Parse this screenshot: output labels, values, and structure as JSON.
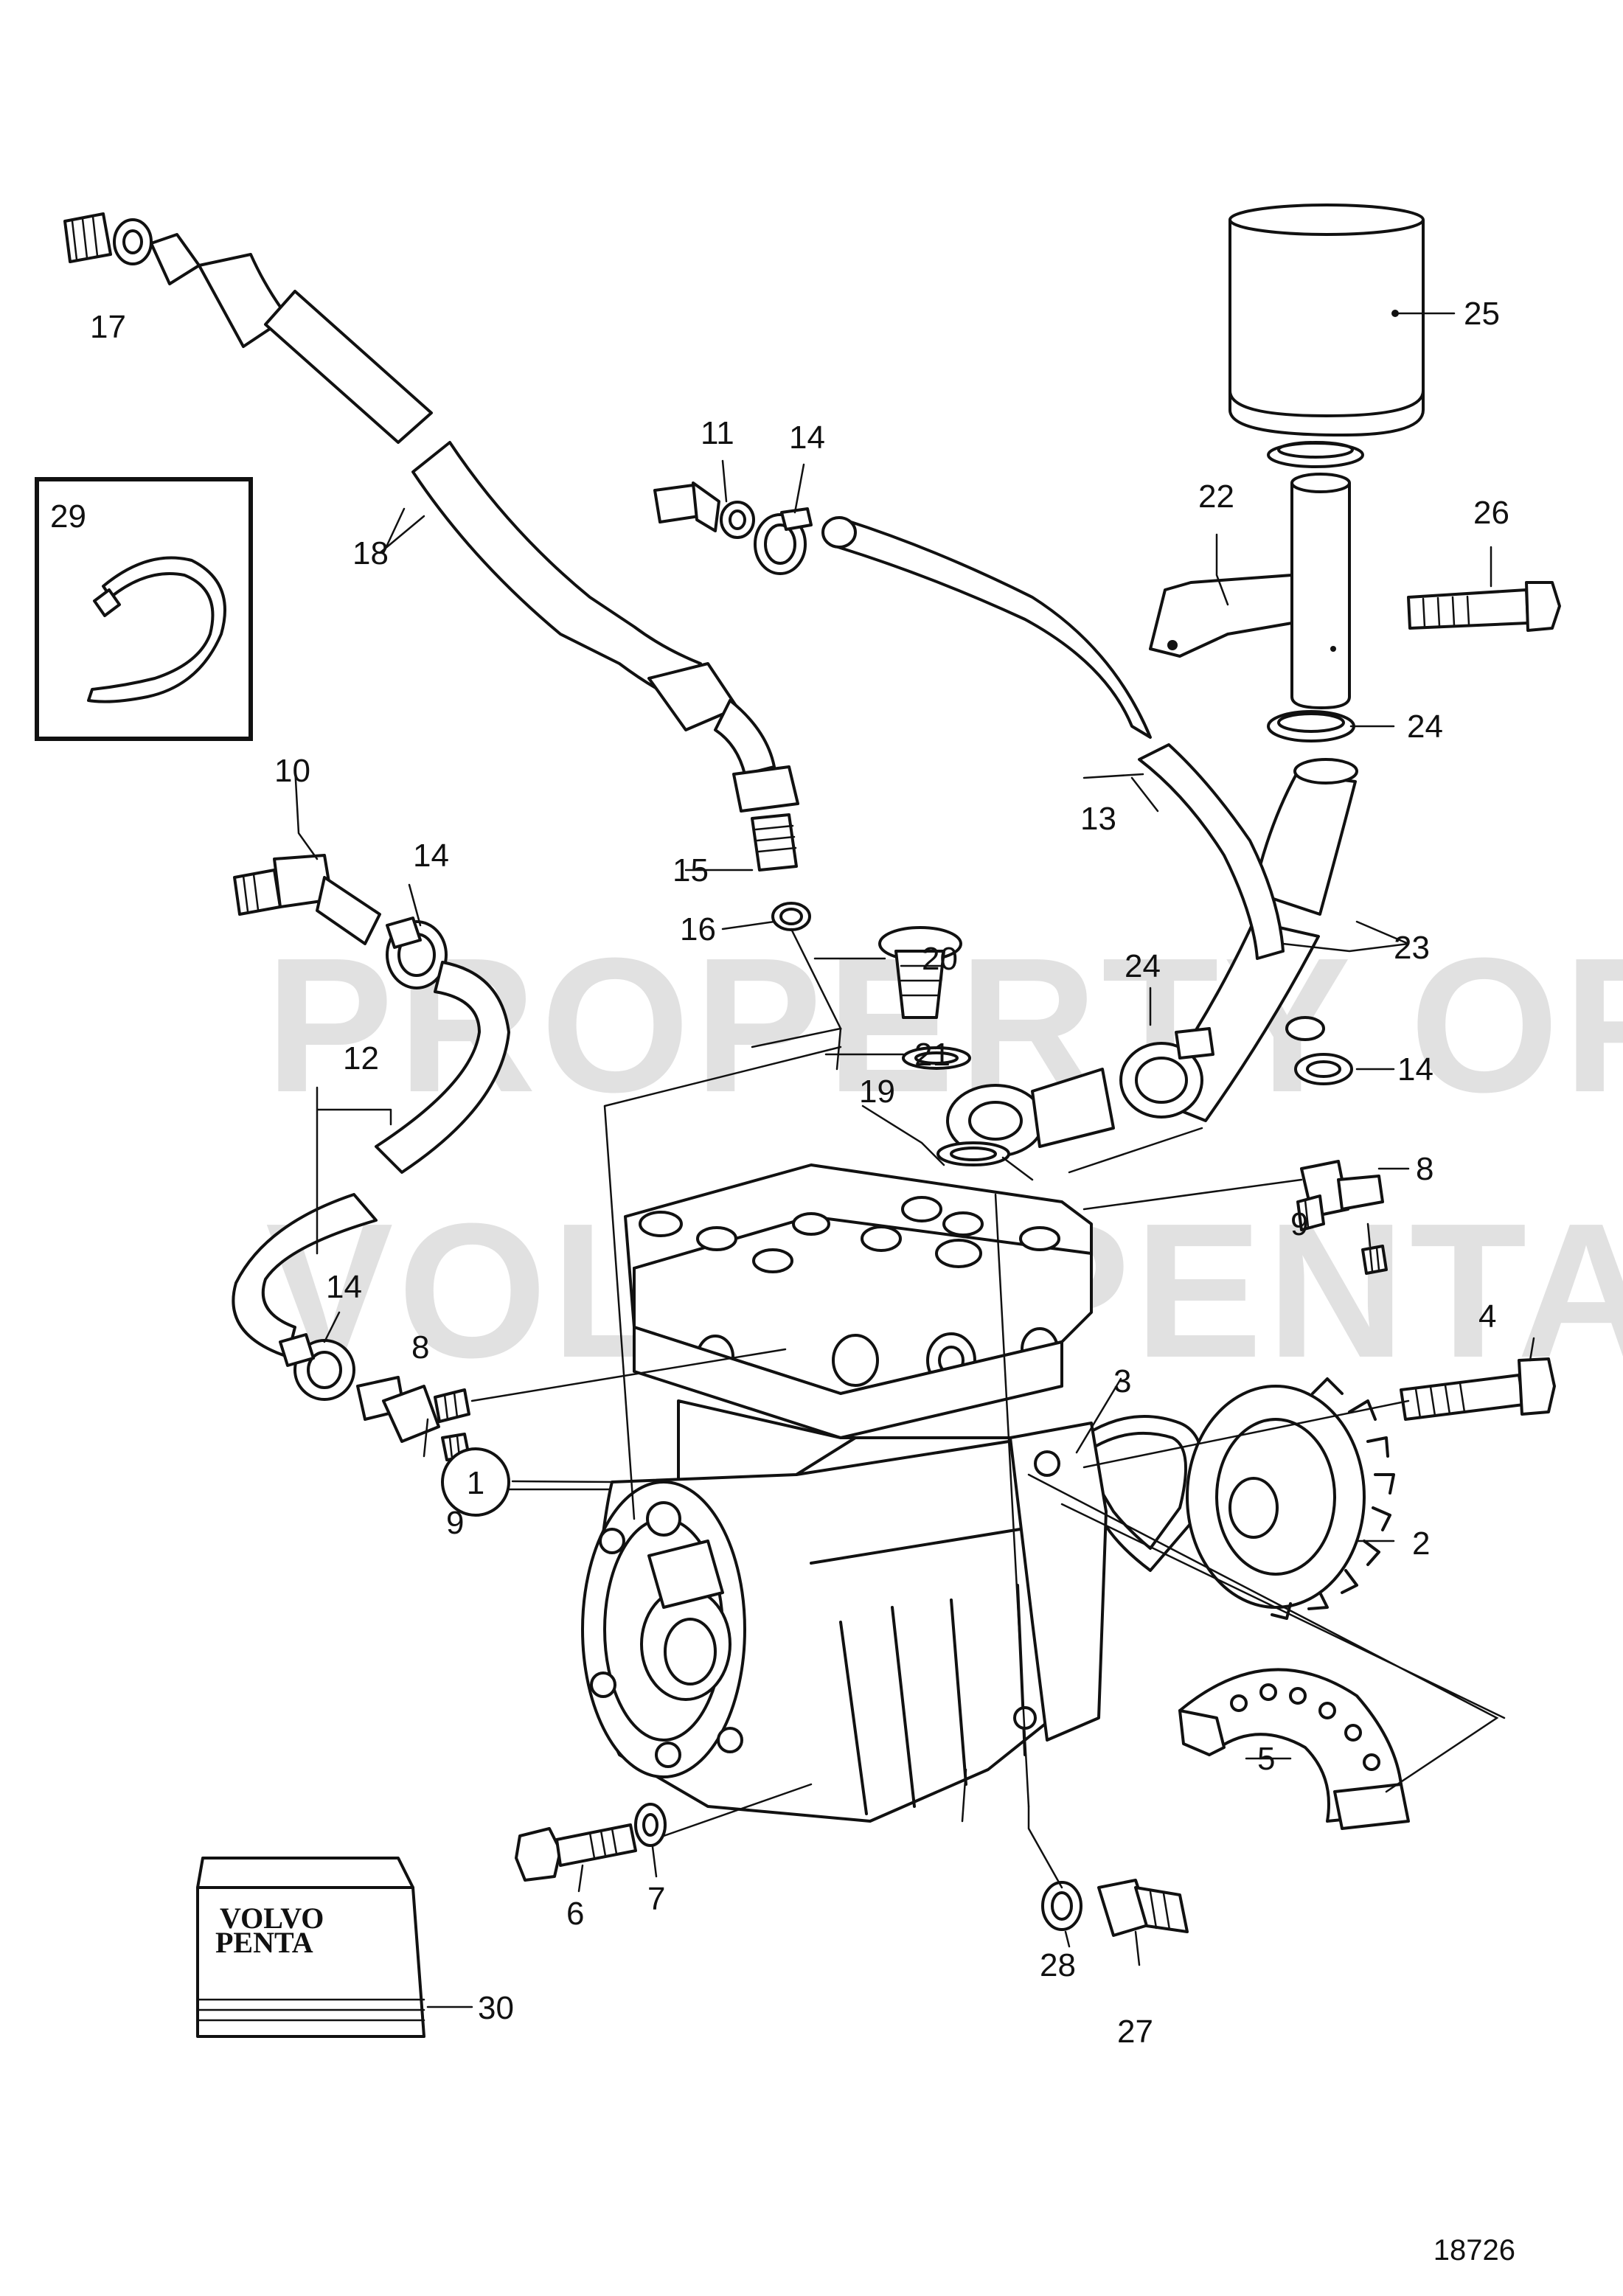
{
  "watermark": {
    "line1": "PROPERTY OF",
    "line2": "VOLVO PENTA"
  },
  "diagram_id": "18726",
  "manual_brand": {
    "line1": "VOLVO",
    "line2": "PENTA"
  },
  "callouts": {
    "c1": "1",
    "c2": "2",
    "c3": "3",
    "c4": "4",
    "c5": "5",
    "c6": "6",
    "c7": "7",
    "c8a": "8",
    "c8b": "8",
    "c9a": "9",
    "c9b": "9",
    "c10": "10",
    "c11": "11",
    "c12": "12",
    "c13": "13",
    "c14a": "14",
    "c14b": "14",
    "c14c": "14",
    "c14d": "14",
    "c15": "15",
    "c16": "16",
    "c17": "17",
    "c18": "18",
    "c19": "19",
    "c20": "20",
    "c21": "21",
    "c22": "22",
    "c23": "23",
    "c24a": "24",
    "c24b": "24",
    "c25": "25",
    "c26": "26",
    "c27": "27",
    "c28": "28",
    "c29": "29",
    "c30": "30"
  }
}
